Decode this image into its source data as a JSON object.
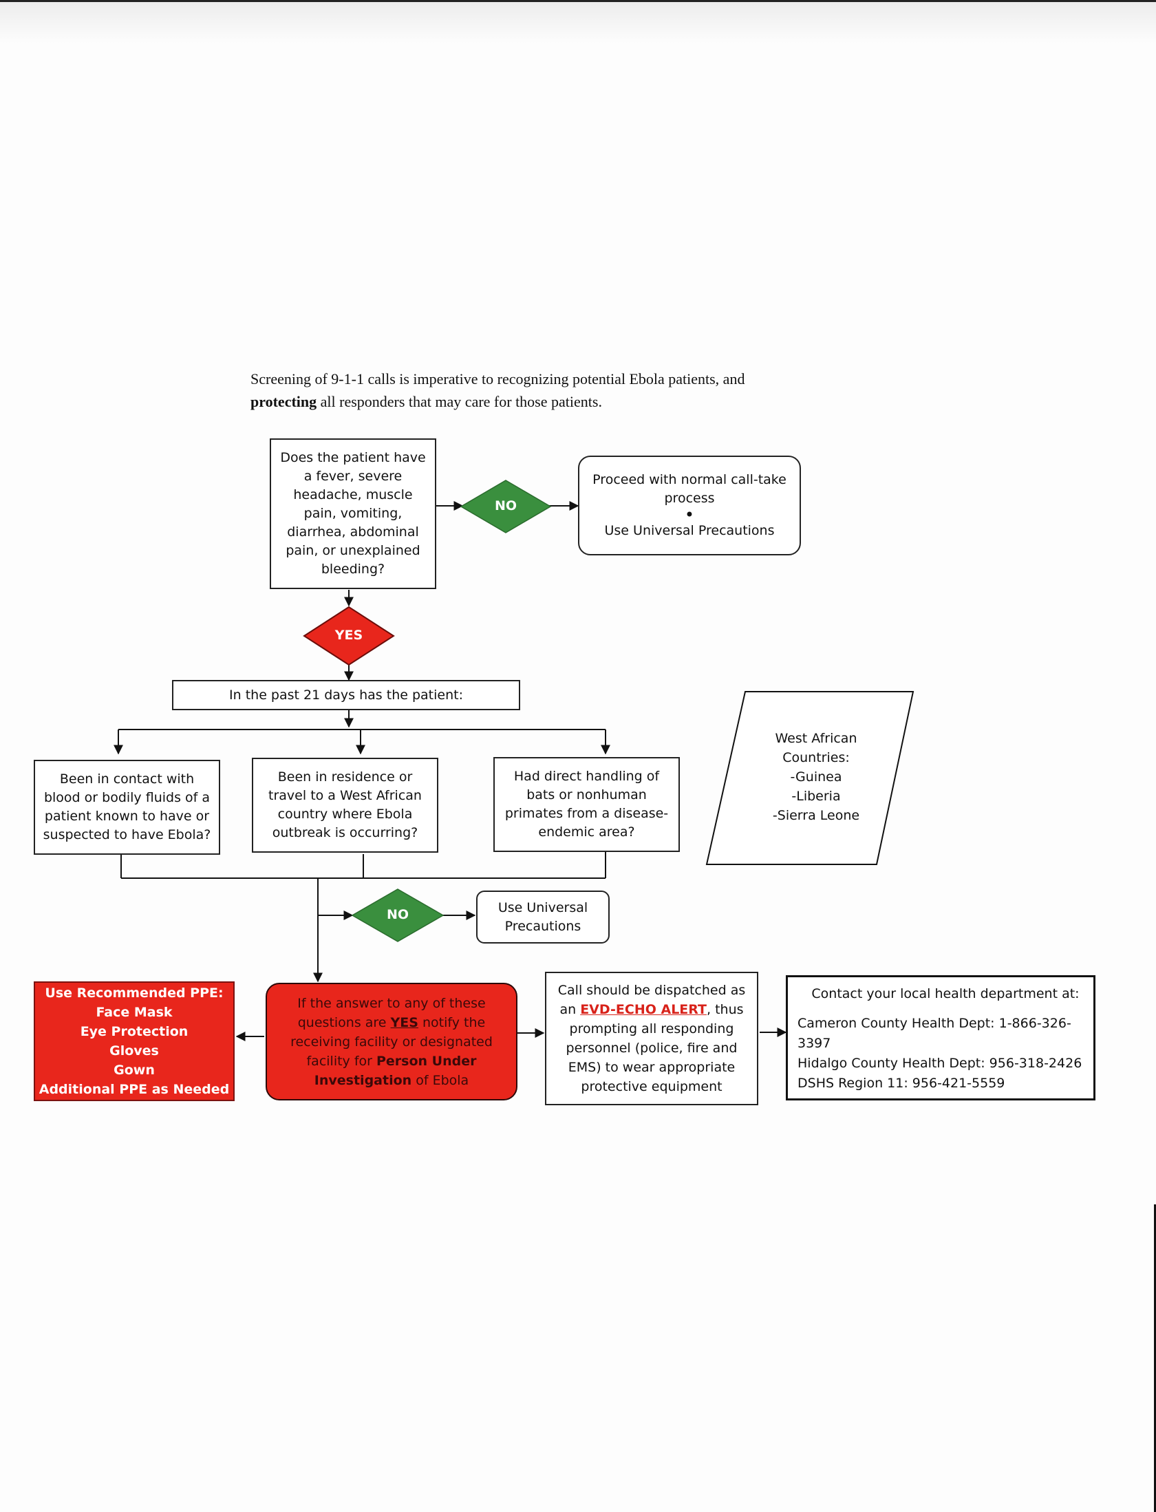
{
  "intro": {
    "line1": "Screening of 9-1-1 calls is imperative to recognizing potential Ebola patients, and",
    "line2_bold": "protecting",
    "line2_rest": " all responders that may care for those patients."
  },
  "symptoms_question": [
    "Does the patient have",
    "a fever, severe",
    "headache, muscle",
    "pain, vomiting,",
    "diarrhea, abdominal",
    "pain, or unexplained",
    "bleeding?"
  ],
  "decision_no_1": "NO",
  "decision_yes": "YES",
  "normal_process": {
    "line1": "Proceed with normal call-take",
    "line2": "process",
    "bullet": "•",
    "line3": "Use Universal Precautions"
  },
  "past_21_days": "In the past 21 days has the patient:",
  "criteria": [
    [
      "Been in contact with",
      "blood or bodily fluids of a",
      "patient known to have or",
      "suspected to have Ebola?"
    ],
    [
      "Been in residence or",
      "travel to a West African",
      "country where Ebola",
      "outbreak is occurring?"
    ],
    [
      "Had direct handling of",
      "bats or nonhuman",
      "primates from a disease-",
      "endemic area?"
    ]
  ],
  "west_african": [
    "West African",
    "Countries:",
    "-Guinea",
    "-Liberia",
    "-Sierra Leone"
  ],
  "decision_no_2": "NO",
  "universal_precautions": [
    "Use Universal",
    "Precautions"
  ],
  "ppe": [
    "Use Recommended PPE:",
    "Face Mask",
    "Eye Protection",
    "Gloves",
    "Gown",
    "Additional PPE as Needed"
  ],
  "notify": {
    "l1": "If the answer to any of these",
    "l2_pre": "questions are ",
    "l2_yes": "YES",
    "l2_post": " notify the",
    "l3": "receiving facility or designated",
    "l4_pre": "facility for ",
    "l4_bold": "Person Under",
    "l5_bold": "Investigation",
    "l5_post": " of Ebola"
  },
  "dispatch": {
    "l1": "Call should be dispatched as",
    "l2_pre": "an ",
    "l2_alert": "EVD-ECHO ALERT",
    "l2_post": ", thus",
    "l3": "prompting all responding",
    "l4": "personnel (police, fire and",
    "l5": "EMS) to wear appropriate",
    "l6": "protective equipment"
  },
  "contact": {
    "title": "Contact your local health department at:",
    "lines": [
      "Cameron County Health Dept: 1-866-326-3397",
      "Hidalgo County Health Dept:  956-318-2426",
      "DSHS Region 11:  956-421-5559"
    ]
  },
  "colors": {
    "red": "#e8261c",
    "green": "#3a8f3e",
    "dark_red": "#3a0909"
  }
}
